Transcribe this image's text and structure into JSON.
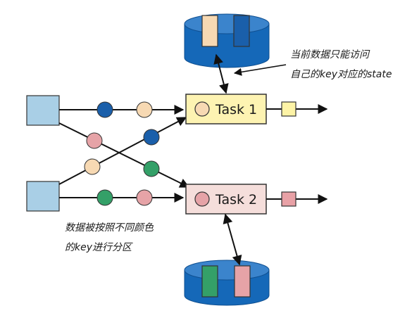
{
  "tasks": [
    {
      "label": "Task 1"
    },
    {
      "label": "Task 2"
    }
  ],
  "annotations": {
    "state_access": [
      "当前数据只能访问",
      "自己的key对应的state"
    ],
    "partitioning": [
      "数据被按照不同颜色",
      "的key进行分区"
    ]
  },
  "colors": {
    "blue": "#1a5faa",
    "peach": "#f7d9b3",
    "pink": "#e6a3a7",
    "green": "#34a068",
    "source_box": "#a9cfe6",
    "task1_fill": "#fdf3b2",
    "task2_fill": "#f5dedb",
    "db_blue": "#1568b8",
    "yellow_out": "#fdf3a6",
    "pink_out": "#e8a1a6"
  }
}
